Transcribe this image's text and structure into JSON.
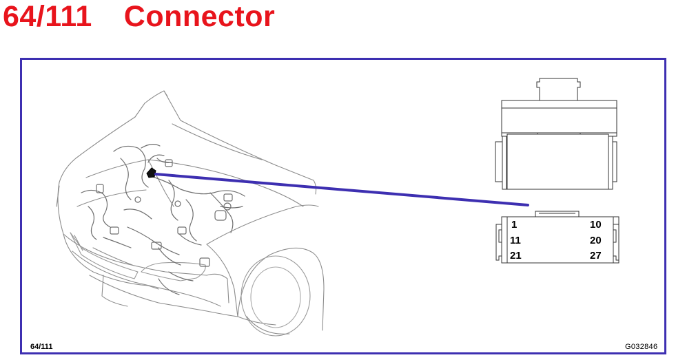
{
  "title": {
    "code": "64/111",
    "name": "Connector",
    "color": "#e8141c"
  },
  "frame_color": "#3d2fb1",
  "figure_id": "64/111",
  "image_code": "G032846",
  "connector": {
    "pins": {
      "row1_left": "1",
      "row1_right": "10",
      "row2_left": "11",
      "row2_right": "20",
      "row3_left": "21",
      "row3_right": "27"
    }
  }
}
